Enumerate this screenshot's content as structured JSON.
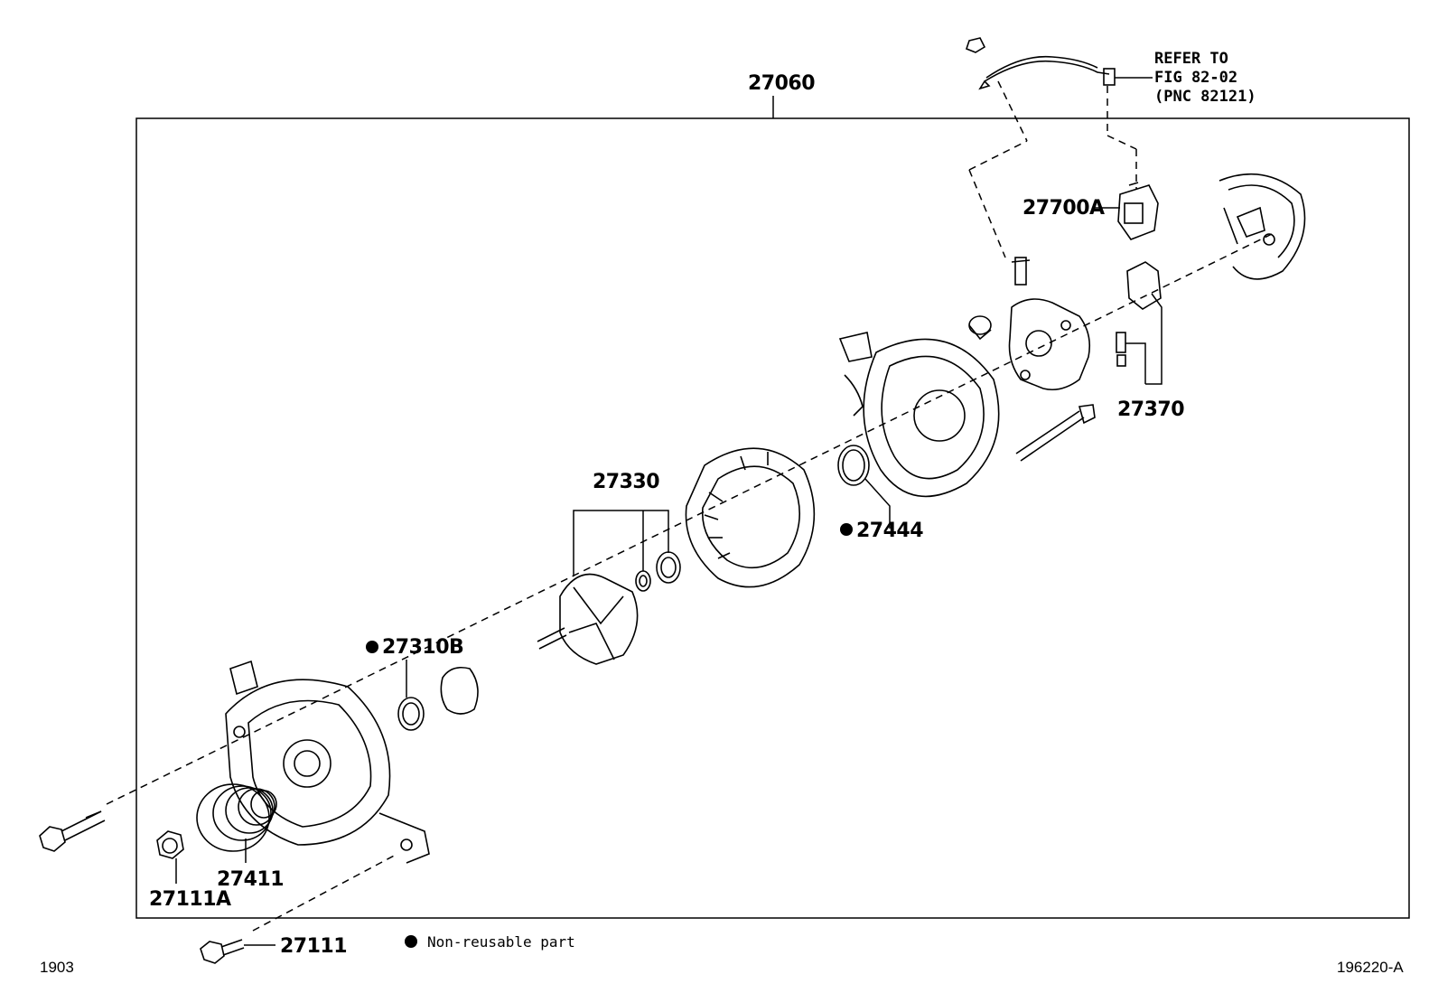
{
  "diagram": {
    "assembly_label": "27060",
    "refer": {
      "line1": "REFER TO",
      "line2": "FIG 82-02",
      "line3": "(PNC 82121)"
    },
    "parts": {
      "p27700A": "27700A",
      "p27370": "27370",
      "p27330": "27330",
      "p27444": "27444",
      "p27310B": "27310B",
      "p27411": "27411",
      "p27111A": "27111A",
      "p27111": "27111"
    },
    "legend": {
      "text": "Non-reusable part"
    },
    "footer": {
      "left_code": "1903",
      "right_code": "196220-A"
    }
  }
}
